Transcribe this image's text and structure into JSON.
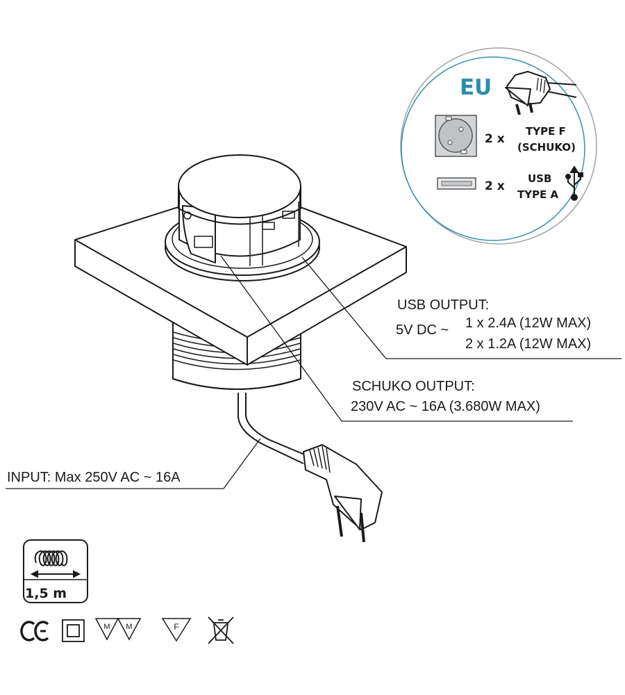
{
  "badge": {
    "region": "EU",
    "schuko": {
      "count": "2 x",
      "type_line1": "TYPE F",
      "type_line2": "(SCHUKO)"
    },
    "usb": {
      "count": "2 x",
      "type_line1": "USB",
      "type_line2": "TYPE A"
    }
  },
  "usb_output": {
    "title": "USB OUTPUT:",
    "voltage": "5V DC ~",
    "line1": "1 x 2.4A  (12W MAX)",
    "line2": "2 x 1.2A  (12W MAX)"
  },
  "schuko_output": {
    "title": "SCHUKO OUTPUT:",
    "line": "230V AC ~ 16A (3.680W MAX)"
  },
  "input": {
    "label": "INPUT: Max 250V AC ~ 16A"
  },
  "cable": {
    "length": "1,5 m"
  },
  "marks": {
    "ce": "CE",
    "m": "M",
    "f": "F"
  },
  "colors": {
    "accent": "#2a8fa8",
    "ring_outer": "#9aa3a8",
    "ring_inner": "#3a8fb0",
    "line": "#1a1a1a"
  },
  "icons": [
    "schuko-plug-icon",
    "schuko-socket-icon",
    "usb-port-icon",
    "usb-symbol-icon",
    "cable-coil-icon",
    "ce-mark-icon",
    "class-ii-icon",
    "m-mark-icon",
    "f-mark-icon",
    "weee-bin-icon"
  ]
}
